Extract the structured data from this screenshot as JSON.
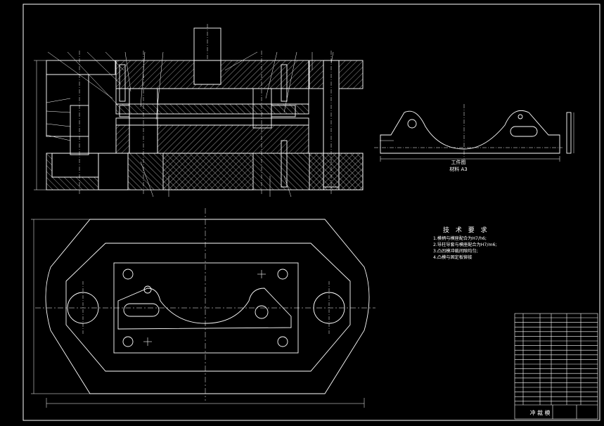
{
  "drawing": {
    "workpiece_title": "工件图",
    "workpiece_material": "材料 A3",
    "tech_title": "技 术 要 求",
    "tech_items": [
      "1.模柄与模座配合为H7/h6;",
      "2.导柱导套与模座配合为H7/m6;",
      "3.凸凹模冲裁间隙均匀;",
      "4.凸模与固定板铆接"
    ],
    "title_block_name": "冲 裁 模"
  },
  "colors": {
    "background": "#000000",
    "lines": "#ffffff",
    "centerline": "#ffffff"
  }
}
